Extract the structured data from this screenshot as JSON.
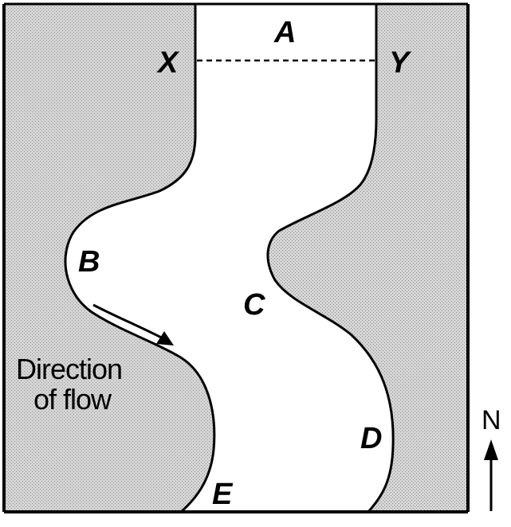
{
  "labels": {
    "a": "A",
    "b": "B",
    "c": "C",
    "d": "D",
    "e": "E",
    "x": "X",
    "y": "Y"
  },
  "flow_label": {
    "line1": "Direction",
    "line2": "of flow"
  },
  "north_label": "N",
  "colors": {
    "land": "#d2d2d2",
    "river": "#ffffff",
    "outline": "#000000"
  }
}
